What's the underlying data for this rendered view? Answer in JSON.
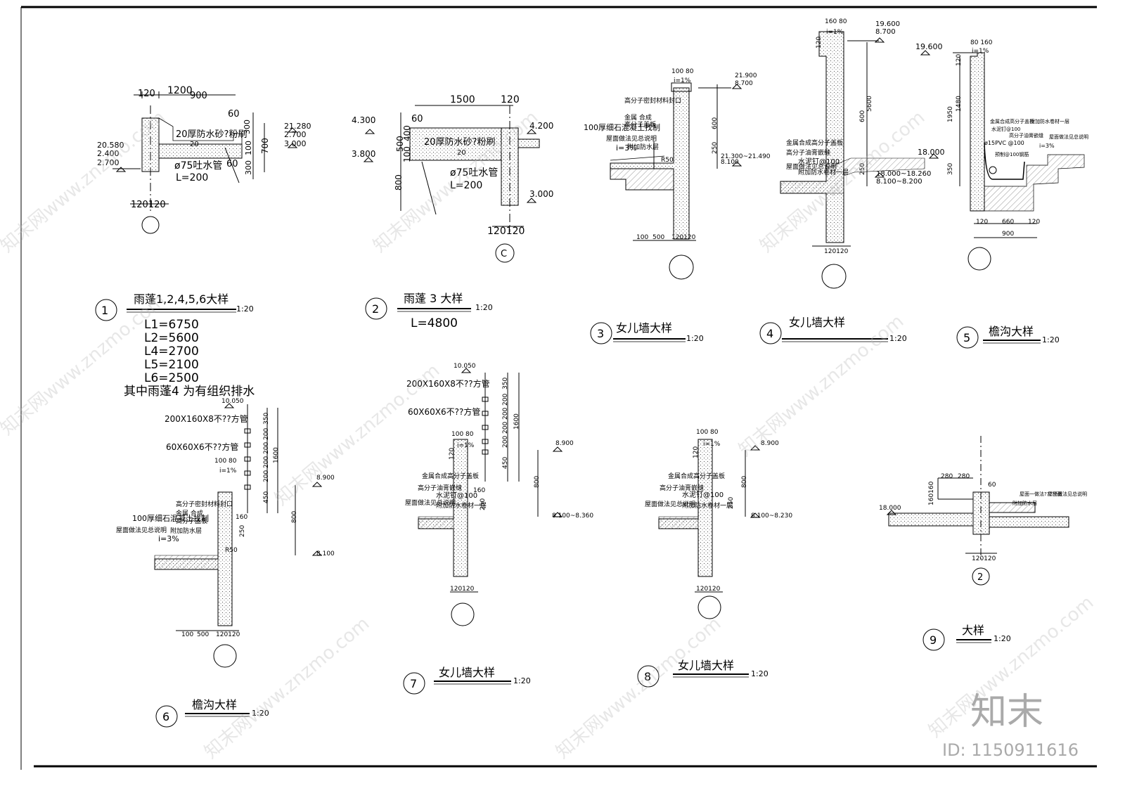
{
  "details": [
    {
      "num": "①",
      "title": "雨蓬1,2,4,5,6大样",
      "scale": "1:20",
      "notes": [
        "L1=6750",
        "L2=5600",
        "L4=2700",
        "L5=2100",
        "L6=2500",
        "其中雨蓬4 为有组织排水"
      ],
      "dims": {
        "d120": "120",
        "d1200": "1200",
        "d900": "900",
        "d60": "60",
        "d300a": "300",
        "d100": "100",
        "d300b": "300",
        "d700": "700",
        "d60b": "60",
        "d120120": "120120",
        "d20": "20"
      },
      "elevs": {
        "e1": "20.580",
        "e2": "2.400",
        "e3": "2.700",
        "e4": "21.280",
        "e5": "2.700",
        "e6": "3.000"
      },
      "labels": {
        "mortar": "20厚防水砂?粉刷",
        "pipe": "ø75吐水管",
        "len": "L=200"
      }
    },
    {
      "num": "②",
      "title": "雨蓬 3 大样",
      "scale": "1:20",
      "notes": [
        "L=4800"
      ],
      "dims": {
        "d1500": "1500",
        "d120": "120",
        "d60": "60",
        "d500": "500",
        "d400": "400",
        "d100": "100",
        "d800": "800",
        "d120120": "120120",
        "d20": "20"
      },
      "elevs": {
        "e1": "4.300",
        "e2": "3.800",
        "e3": "4.200",
        "e4": "3.000"
      },
      "labels": {
        "mortar": "20厚防水砂?粉刷",
        "pipe": "ø75吐水管",
        "len": "L=200",
        "axis": "C"
      }
    },
    {
      "num": "③",
      "title": "女儿墙大样",
      "scale": "1:20",
      "elevs": {
        "e1": "21.900",
        "e2": "8.700",
        "e3": "21.300~21.490",
        "e4": "8.100"
      },
      "dims": {
        "d10080": "100 80",
        "d600": "600",
        "d250": "250",
        "d100": "100",
        "d500": "500",
        "d120120": "120120",
        "slope": "i=1%",
        "slope3": "i=3%"
      },
      "labels": {
        "l1": "高分子密封材料封口",
        "l2": "金属 合成",
        "l3": "高分子盖板",
        "l4": "100厚细石混凝土找制",
        "l5": "屋面做法见总说明",
        "l6": "附加防水层",
        "r50": "R50"
      }
    },
    {
      "num": "④",
      "title": "女儿墙大样",
      "scale": "1:20",
      "elevs": {
        "e1": "19.600",
        "e2": "8.700",
        "e3": "18.000~18.260",
        "e4": "8.100~8.200"
      },
      "dims": {
        "d16080": "160 80",
        "d120": "120",
        "d600": "600",
        "d5600": "5600",
        "d250": "250",
        "d120120": "120120",
        "slope": "i=1%"
      },
      "labels": {
        "l1": "金属合成高分子盖板",
        "l2": "高分子油膏嵌缝",
        "l3": "水泥钉@100",
        "l4": "屋面做法见总说明",
        "l5": "附加防水卷材一层"
      }
    },
    {
      "num": "⑤",
      "title": "檐沟大样",
      "scale": "1:20",
      "elevs": {
        "e1": "19.600",
        "e2": "18.000"
      },
      "dims": {
        "d80160": "80 160",
        "d120": "120",
        "d1480": "1480",
        "d1950": "1950",
        "d350": "350",
        "d120b": "120",
        "d660": "660",
        "d120c": "120",
        "d900": "900",
        "slope": "i=1%",
        "slope3": "i=3%"
      },
      "labels": {
        "l1": "金属合成高分子盖板",
        "l2": "水泥钉@100",
        "l3": "高分子油膏嵌缝",
        "l4": "ø15PVC @100",
        "l5": "附加防水卷材一层",
        "l6": "屋面做法见总说明",
        "l7": "预制@100钢筋"
      }
    },
    {
      "num": "⑥",
      "title": "檐沟大样",
      "scale": "1:20",
      "elevs": {
        "e1": "10.050",
        "e2": "8.900",
        "e3": "8.100"
      },
      "dims": {
        "d350": "350",
        "d200a": "200",
        "d200b": "200",
        "d200c": "200",
        "d200d": "200",
        "d450": "450",
        "d1600": "1600",
        "d800": "800",
        "d250": "250",
        "d160": "160",
        "d10080": "100 80",
        "d100": "100",
        "d500": "500",
        "d120120": "120120",
        "slope": "i=1%",
        "slope3": "i=3%"
      },
      "labels": {
        "tube1": "200X160X8不??方管",
        "tube2": "60X60X6不??方管",
        "l1": "高分子密封材料封口",
        "l2": "金属 合成",
        "l3": "高分子盖板",
        "l4": "100厚细石混凝土找制",
        "l5": "屋面做法见总说明",
        "l6": "附加防水层",
        "r50": "R50"
      }
    },
    {
      "num": "⑦",
      "title": "女儿墙大样",
      "scale": "1:20",
      "elevs": {
        "e1": "10.050",
        "e2": "8.900",
        "e3": "8.100~8.360"
      },
      "dims": {
        "d350": "350",
        "d200a": "200",
        "d200b": "200",
        "d200c": "200",
        "d200d": "200",
        "d450": "450",
        "d1600": "1600",
        "d800": "800",
        "d250": "250",
        "d160": "160",
        "d10080": "100 80",
        "d120": "120",
        "d120120": "120120",
        "slope": "i=1%"
      },
      "labels": {
        "tube1": "200X160X8不??方管",
        "tube2": "60X60X6不??方管",
        "l1": "金属合成高分子盖板",
        "l2": "高分子油膏嵌缝",
        "l3": "水泥钉@100",
        "l4": "屋面做法见总说明",
        "l5": "附加防水卷材一层"
      }
    },
    {
      "num": "⑧",
      "title": "女儿墙大样",
      "scale": "1:20",
      "elevs": {
        "e1": "8.900",
        "e2": "8.100~8.230"
      },
      "dims": {
        "d10080": "100 80",
        "d120": "120",
        "d800": "800",
        "d250": "250",
        "d120120": "120120",
        "slope": "i=1%"
      },
      "labels": {
        "l1": "金属合成高分子盖板",
        "l2": "高分子油膏嵌缝",
        "l3": "水泥钉@100",
        "l4": "屋面做法见总说明",
        "l5": "附加防水卷材一层"
      }
    },
    {
      "num": "⑨",
      "title": "大样",
      "scale": "1:20",
      "elevs": {
        "e1": "18.000"
      },
      "dims": {
        "d280a": "280",
        "d280b": "280",
        "d60": "60",
        "d160160": "160160",
        "d120120": "120120",
        "axis": "2"
      },
      "labels": {
        "l1": "屋面一做法?????面",
        "l2": "附加防水层",
        "l3": "屋面做法见总说明"
      }
    }
  ],
  "watermark": {
    "site": "知末网www.znzmo.com",
    "logo": "知末",
    "id": "ID: 1150911616"
  },
  "colors": {
    "line": "#000000",
    "hatch": "#555555",
    "watermark": "#bbbbbb"
  }
}
